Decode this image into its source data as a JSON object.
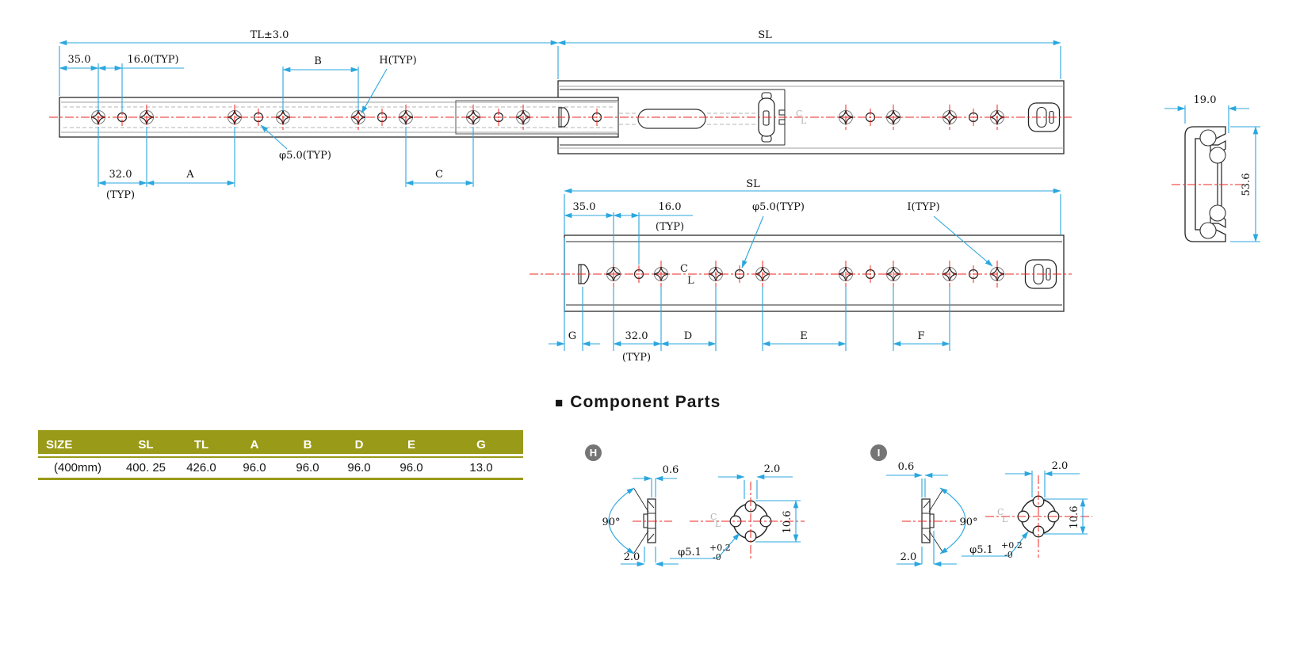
{
  "labels": {
    "top": {
      "tl": "TL±3.0",
      "sl": "SL",
      "d35": "35.0",
      "d16": "16.0(TYP)",
      "b": "B",
      "h": "H(TYP)",
      "phi": "φ5.0(TYP)",
      "d32": "32.0",
      "d32typ": "(TYP)",
      "a": "A",
      "c": "C",
      "clc": "C",
      "cll": "L"
    },
    "bottom": {
      "sl": "SL",
      "d35": "35.0",
      "d16": "16.0",
      "d16typ": "(TYP)",
      "phi": "φ5.0(TYP)",
      "i": "I(TYP)",
      "clc": "C",
      "cll": "L",
      "g": "G",
      "d32": "32.0",
      "d32typ": "(TYP)",
      "d": "D",
      "e": "E",
      "f": "F"
    },
    "section": {
      "w": "19.0",
      "h": "53.6"
    },
    "partH": {
      "badge": "H",
      "t06": "0.6",
      "deg": "90°",
      "d20side": "2.0",
      "d20top": "2.0",
      "d106": "10.6",
      "phi": "φ5.1",
      "tolp": "+0.2",
      "tolm": "-0",
      "clc": "C",
      "cll": "L"
    },
    "partI": {
      "badge": "I",
      "t06": "0.6",
      "deg": "90°",
      "d20side": "2.0",
      "d20top": "2.0",
      "d106": "10.6",
      "phi": "φ5.1",
      "tolp": "+0.2",
      "tolm": "-0",
      "clc": "C",
      "cll": "L"
    }
  },
  "heading": {
    "marker": "■",
    "title": "Component Parts"
  },
  "table": {
    "headers": [
      "SIZE",
      "SL",
      "TL",
      "A",
      "B",
      "D",
      "E",
      "G"
    ],
    "rows": [
      [
        "(400mm)",
        "400. 25",
        "426.0",
        "96.0",
        "96.0",
        "96.0",
        "96.0",
        "13.0"
      ]
    ]
  },
  "colors": {
    "dimension": "#2aa7df",
    "centerline": "#ee2722",
    "outline": "#2b2b2b",
    "table_header": "#999a17",
    "badge": "#757575"
  }
}
